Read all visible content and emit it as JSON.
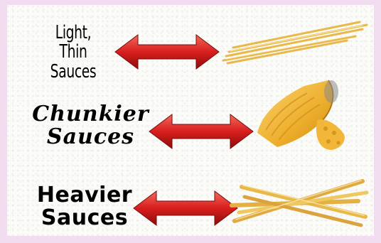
{
  "rows": [
    {
      "label_line1": "Light, Thin",
      "label_line2": "Sauces",
      "pasta": "thin-pasta-strands"
    },
    {
      "label_line1": "Chunkier",
      "label_line2": "Sauces",
      "pasta": "ridged-tube-pasta"
    },
    {
      "label_line1": "Heavier",
      "label_line2": "Sauces",
      "pasta": "wide-flat-noodles"
    }
  ],
  "colors": {
    "arrow": "#d81e1e",
    "pasta": "#f0c24a",
    "background": "#f2dcef"
  }
}
